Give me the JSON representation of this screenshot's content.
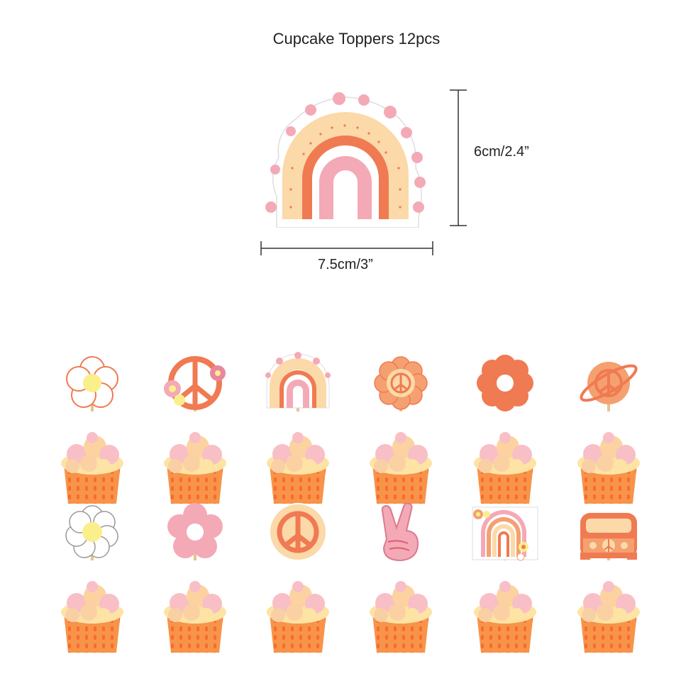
{
  "header": {
    "title": "Cupcake Toppers 12pcs"
  },
  "dimensions": {
    "width_label": "7.5cm/3”",
    "height_label": "6cm/2.4”"
  },
  "colors": {
    "coral": "#f07a52",
    "orange": "#f5a070",
    "peach": "#fbd9a8",
    "pink": "#f4a9b6",
    "light_pink": "#f8c6cd",
    "yellow": "#fbef8c",
    "frosting_pink": "#f8bfc6",
    "frosting_yellow": "#fde3a4",
    "cake": "#f79449"
  },
  "toppers": [
    {
      "row": 1,
      "col": 1,
      "icon": "flower-white-icon"
    },
    {
      "row": 1,
      "col": 2,
      "icon": "peace-sign-flowers-icon"
    },
    {
      "row": 1,
      "col": 3,
      "icon": "rainbow-dots-icon"
    },
    {
      "row": 1,
      "col": 4,
      "icon": "peace-flower-icon"
    },
    {
      "row": 1,
      "col": 5,
      "icon": "orange-flower-icon"
    },
    {
      "row": 1,
      "col": 6,
      "icon": "peace-planet-icon"
    },
    {
      "row": 2,
      "col": 1,
      "icon": "daisy-white-icon"
    },
    {
      "row": 2,
      "col": 2,
      "icon": "pink-flower-icon"
    },
    {
      "row": 2,
      "col": 3,
      "icon": "peace-circle-icon"
    },
    {
      "row": 2,
      "col": 4,
      "icon": "peace-hand-icon"
    },
    {
      "row": 2,
      "col": 5,
      "icon": "rainbow-flowers-icon"
    },
    {
      "row": 2,
      "col": 6,
      "icon": "hippie-van-icon"
    }
  ]
}
